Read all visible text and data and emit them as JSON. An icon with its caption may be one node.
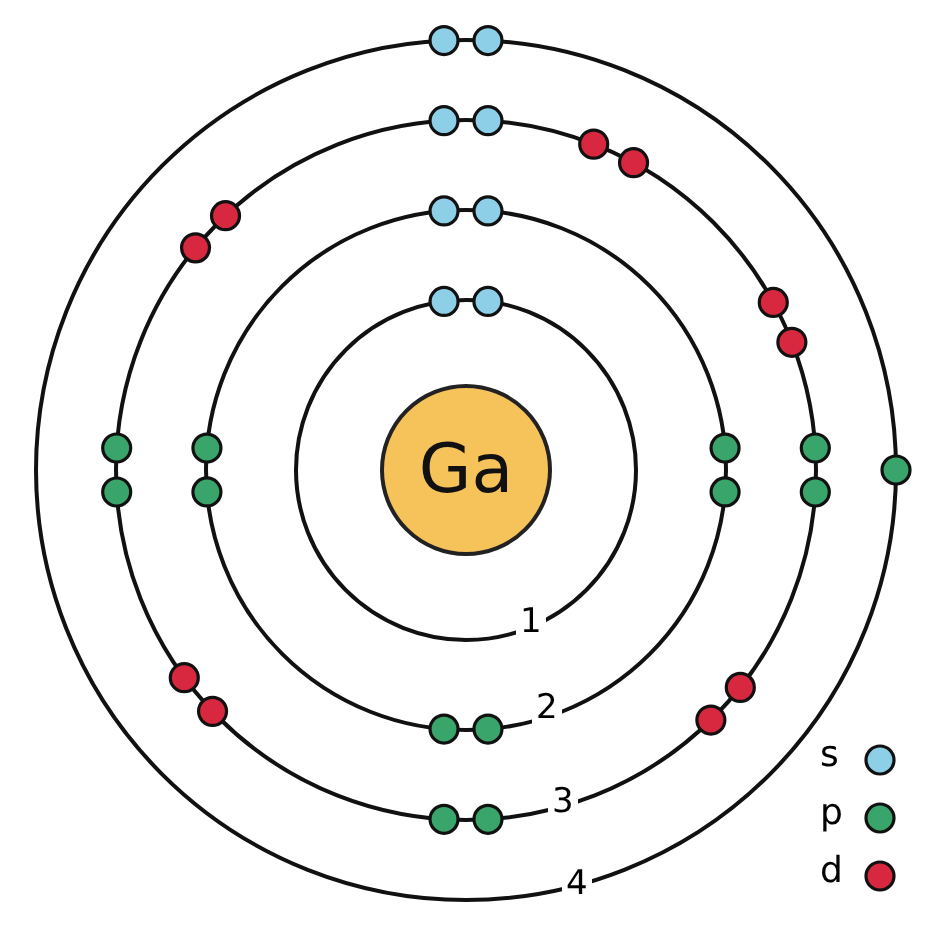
{
  "diagram": {
    "nodes": [
      {
        "text": [
          "Ga"
        ]
      }
    ],
    "labels": [
      "1",
      "2",
      "3",
      "4"
    ],
    "legend": [
      {
        "text": "s",
        "color": "#8ecfe8"
      },
      {
        "text": "p",
        "color": "#3aa56b"
      },
      {
        "text": "d",
        "color": "#d8283f"
      }
    ]
  }
}
